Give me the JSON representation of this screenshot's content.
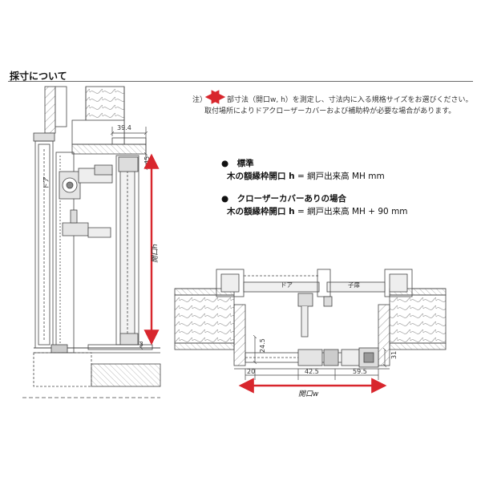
{
  "section": {
    "title": "採寸について"
  },
  "note": {
    "prefix": "注）",
    "line1": "部寸法（開口w, h）を測定し、寸法内に入る規格サイズをお選びください。",
    "line2": "取付場所によりドアクローザーカバーおよび補助枠が必要な場合があります。"
  },
  "standard": {
    "heading": "●　標準",
    "formula_lead": "木の額縁枠開口 h",
    "formula_rest": " = 網戸出来高 MH mm"
  },
  "closer_cover": {
    "heading": "●　クローザーカバーありの場合",
    "formula_lead": "木の額縁枠開口 h",
    "formula_rest": " = 網戸出来高 MH + 90 mm"
  },
  "side_view": {
    "door_label": "ドア",
    "dim_top_width": "39.4",
    "dim_header": "45",
    "dim_bottom": "3",
    "opening_h_label": "開口h"
  },
  "plan_view": {
    "door_label": "ドア",
    "child_door_label": "子扉",
    "dim_left_height": "24.5",
    "dim_left_width": "20",
    "dim_mid": "42.5",
    "dim_right": "59.5",
    "dim_right_height": "31",
    "opening_w_label": "開口w"
  },
  "colors": {
    "arrow": "#d8262d",
    "line": "#444444",
    "hatch": "#999999",
    "fill_gray": "#dcdcdc"
  }
}
